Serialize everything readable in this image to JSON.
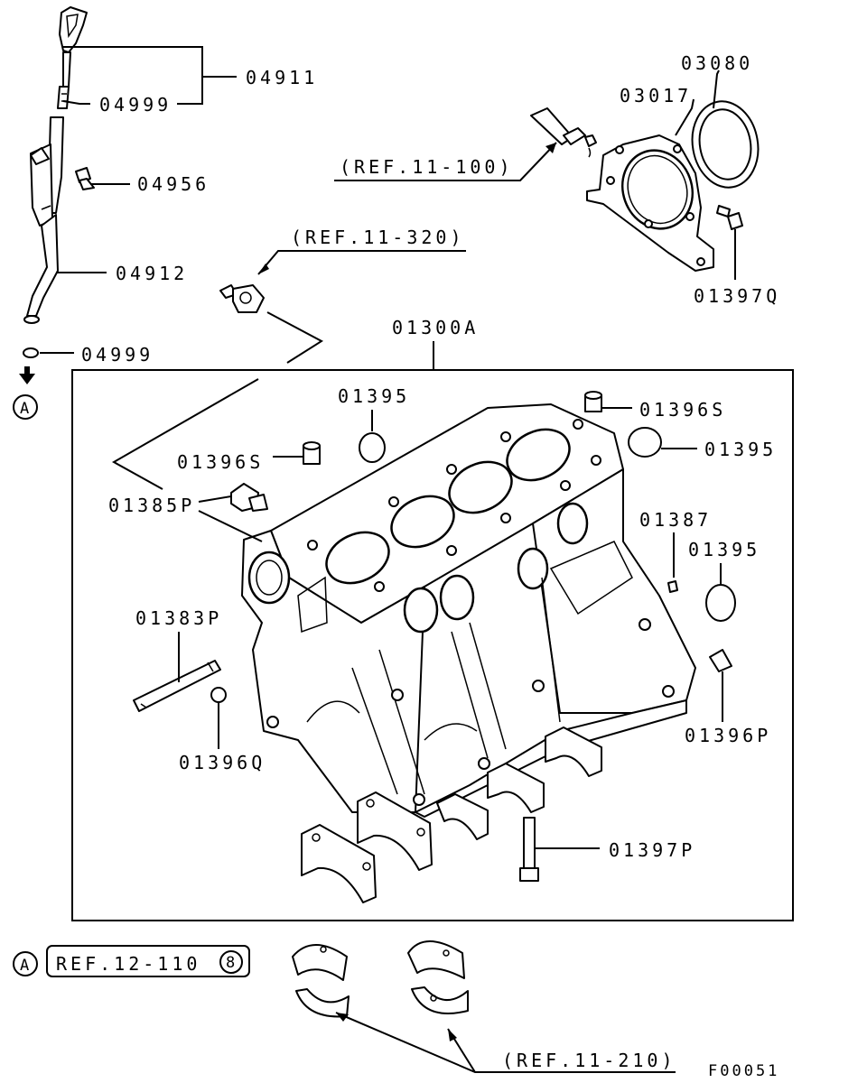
{
  "labels": {
    "dipstick_assy": "04911",
    "dipstick_oring_top": "04999",
    "bolt_guide": "04956",
    "dipstick_guide": "04912",
    "dipstick_oring_bottom": "04999",
    "ref_11_100": "(REF.11-100)",
    "rear_oil_seal": "03080",
    "seal_case": "03017",
    "seal_case_bolt": "01397Q",
    "ref_11_320": "(REF.11-320)",
    "block_assy": "01300A",
    "plug_top_center": "01395",
    "dowel_top_right": "01396S",
    "plug_right_1": "01395",
    "dowel_left": "01396S",
    "oil_plug": "01385P",
    "pin": "01387",
    "plug_right_2": "01395",
    "stud": "01383P",
    "dowel_small": "01396Q",
    "dowel_right_lower": "01396P",
    "main_bolt": "01397P",
    "ref_12_110": "REF.12-110",
    "ref_12_110_num": "8",
    "circle_a_top": "A",
    "circle_a_bottom": "A",
    "ref_11_210": "(REF.11-210)",
    "figure_code": "F00051"
  }
}
